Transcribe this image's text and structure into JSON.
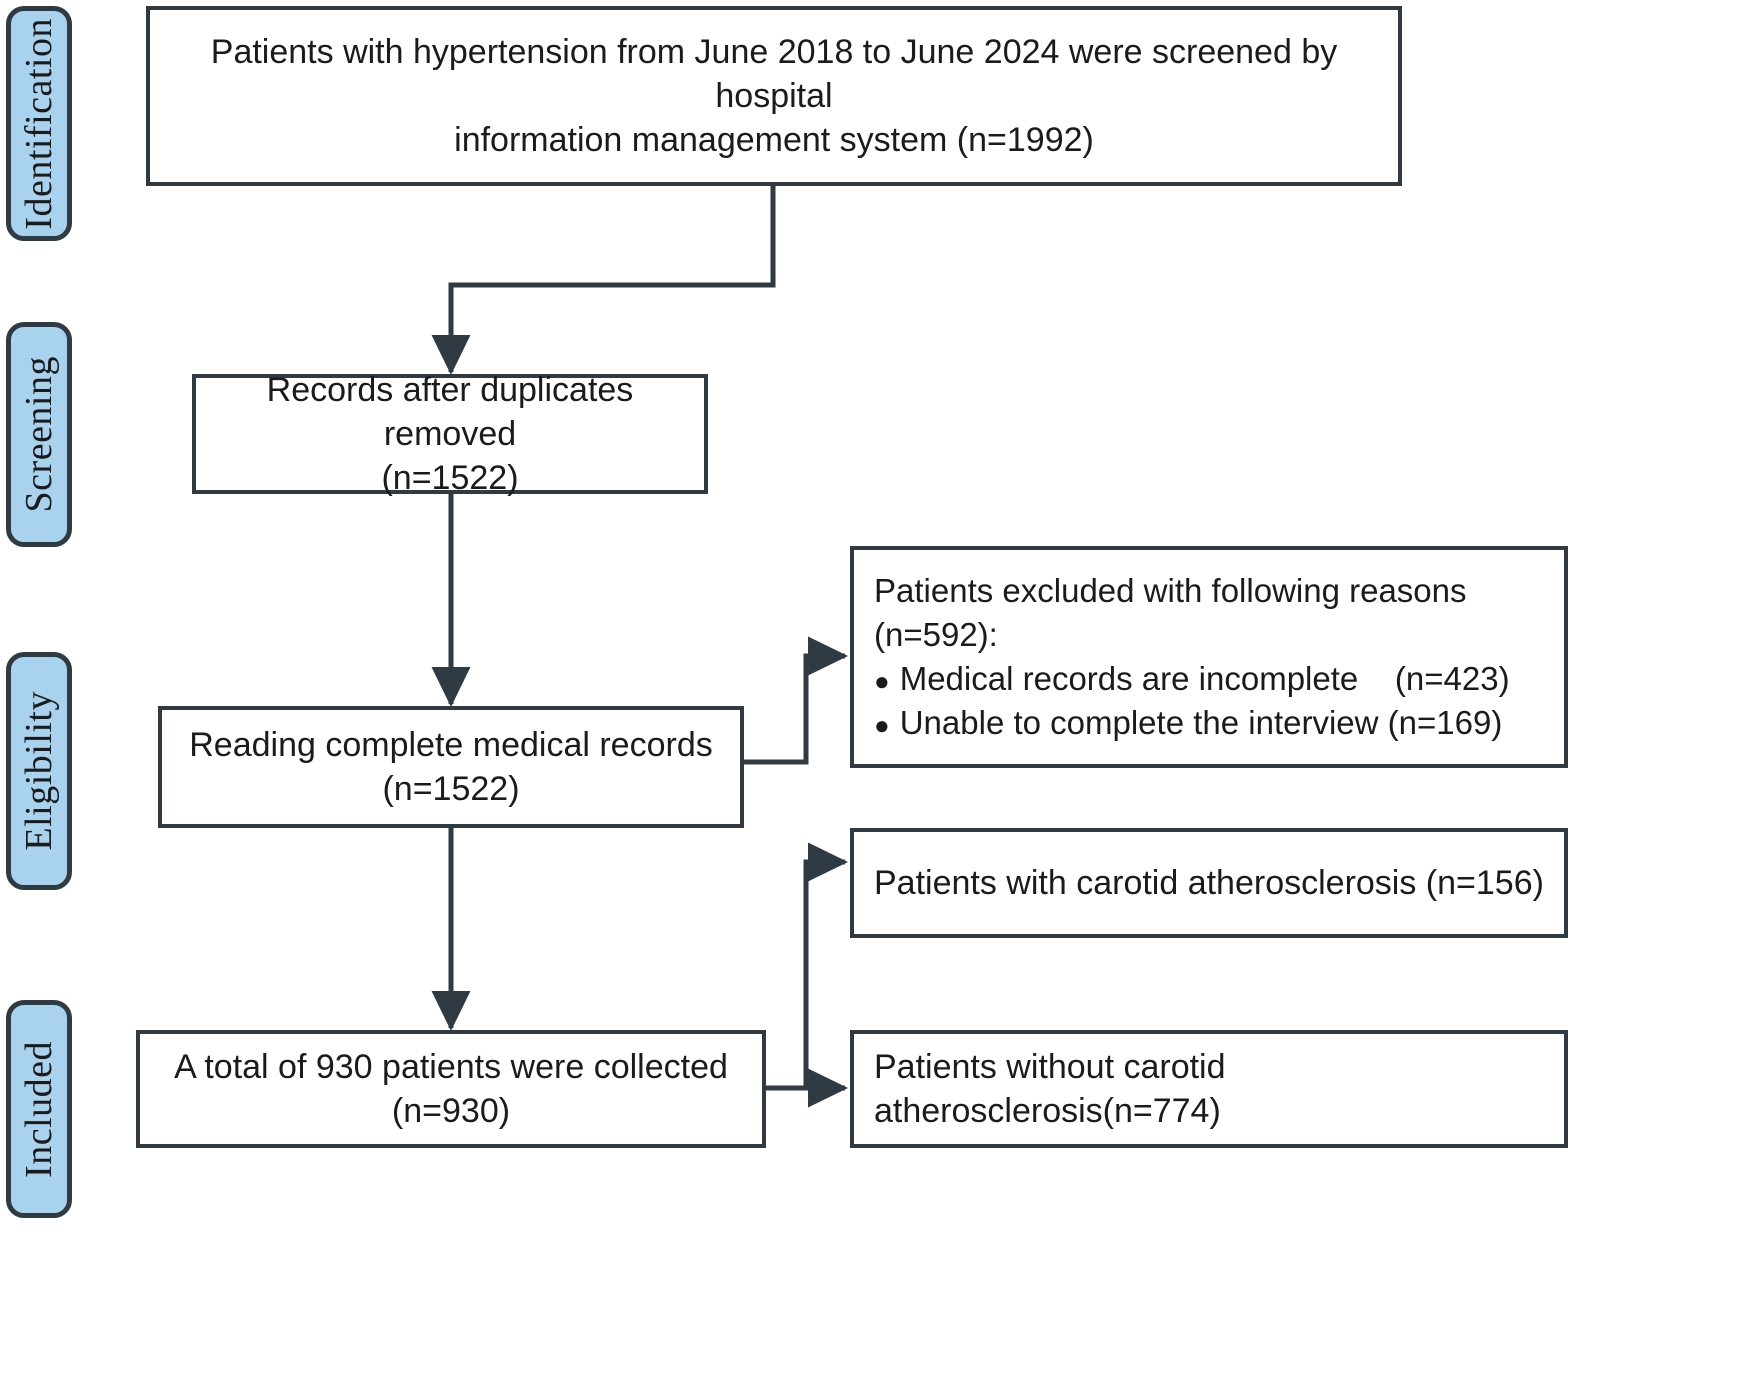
{
  "figure": {
    "type": "prisma-flow-diagram",
    "colors": {
      "stage_fill": "#a9d2ee",
      "stroke": "#303a42",
      "text": "#1b1b1b",
      "background": "#ffffff"
    }
  },
  "stages": [
    {
      "id": "identification",
      "label": "Identification"
    },
    {
      "id": "screening",
      "label": "Screening"
    },
    {
      "id": "eligibility",
      "label": "Eligibility"
    },
    {
      "id": "included",
      "label": "Included"
    }
  ],
  "boxes": {
    "screened": {
      "text": "Patients with hypertension from June 2018 to June 2024 were screened by hospital\ninformation management system (n=1992)",
      "n": 1992
    },
    "duplicates_removed": {
      "text": "Records after duplicates removed\n(n=1522)",
      "n": 1522
    },
    "reading_records": {
      "text": "Reading  complete medical records\n(n=1522)",
      "n": 1522
    },
    "total_collected": {
      "text": "A total of 930 patients  were collected\n(n=930)",
      "n": 930
    },
    "excluded": {
      "heading_line1": "Patients excluded with following reasons",
      "heading_line2": "(n=592):",
      "n": 592,
      "reasons": [
        {
          "bullet": "●",
          "text": "Medical records are incomplete    (n=423)",
          "n": 423
        },
        {
          "bullet": "●",
          "text": "Unable to complete the interview (n=169)",
          "n": 169
        }
      ]
    },
    "with_cas": {
      "text": "Patients with carotid atherosclerosis (n=156)",
      "n": 156
    },
    "without_cas": {
      "text": "Patients without carotid atherosclerosis(n=774)",
      "n": 774
    }
  },
  "connectors": [
    {
      "id": "screened-to-duplicates",
      "from": "screened",
      "to": "duplicates_removed",
      "arrow": true
    },
    {
      "id": "duplicates-to-reading",
      "from": "duplicates_removed",
      "to": "reading_records",
      "arrow": true
    },
    {
      "id": "reading-to-excluded",
      "from": "reading_records",
      "to": "excluded",
      "arrow": true
    },
    {
      "id": "reading-to-total",
      "from": "reading_records",
      "to": "total_collected",
      "arrow": true
    },
    {
      "id": "total-to-with-cas",
      "from": "total_collected",
      "to": "with_cas",
      "arrow": true
    },
    {
      "id": "total-to-without-cas",
      "from": "total_collected",
      "to": "without_cas",
      "arrow": true
    }
  ]
}
